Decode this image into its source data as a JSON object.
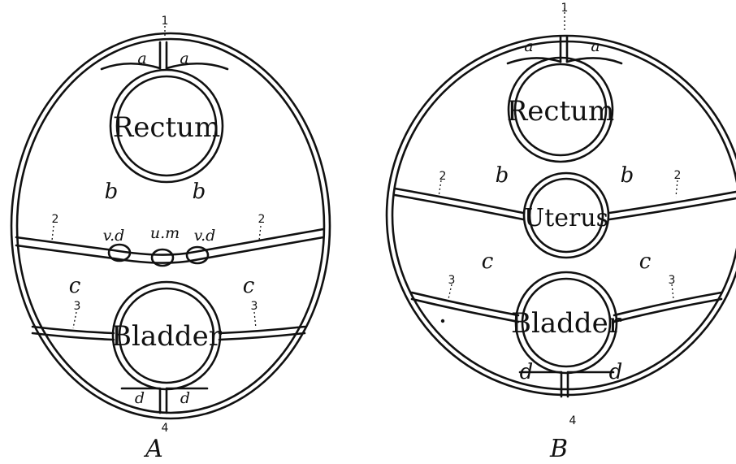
{
  "colors": {
    "ink": "#111111",
    "paper": "#ffffff"
  },
  "figure_a": {
    "panel_label": "A",
    "organs": {
      "rectum": "Rectum",
      "bladder": "Bladder"
    },
    "space_labels": {
      "a_left": "a",
      "a_right": "a",
      "b_left": "b",
      "b_right": "b",
      "c_left": "c",
      "c_right": "c",
      "d_left": "d",
      "d_right": "d"
    },
    "vessel_labels": {
      "vd_left": "v.d",
      "um": "u.m",
      "vd_right": "v.d"
    },
    "number_labels": {
      "n1": "1",
      "n2_left": "2",
      "n2_right": "2",
      "n3_left": "3",
      "n3_right": "3",
      "n4": "4"
    }
  },
  "figure_b": {
    "panel_label": "B",
    "organs": {
      "rectum": "Rectum",
      "uterus": "Uterus",
      "bladder": "Bladder"
    },
    "space_labels": {
      "a_left": "a",
      "a_right": "a",
      "b_left": "b",
      "b_right": "b",
      "c_left": "c",
      "c_right": "c",
      "d_left": "d",
      "d_right": "d"
    },
    "number_labels": {
      "n1": "1",
      "n2_left": "2",
      "n2_right": "2",
      "n3_left": "3",
      "n3_right": "3",
      "n4": "4"
    }
  }
}
